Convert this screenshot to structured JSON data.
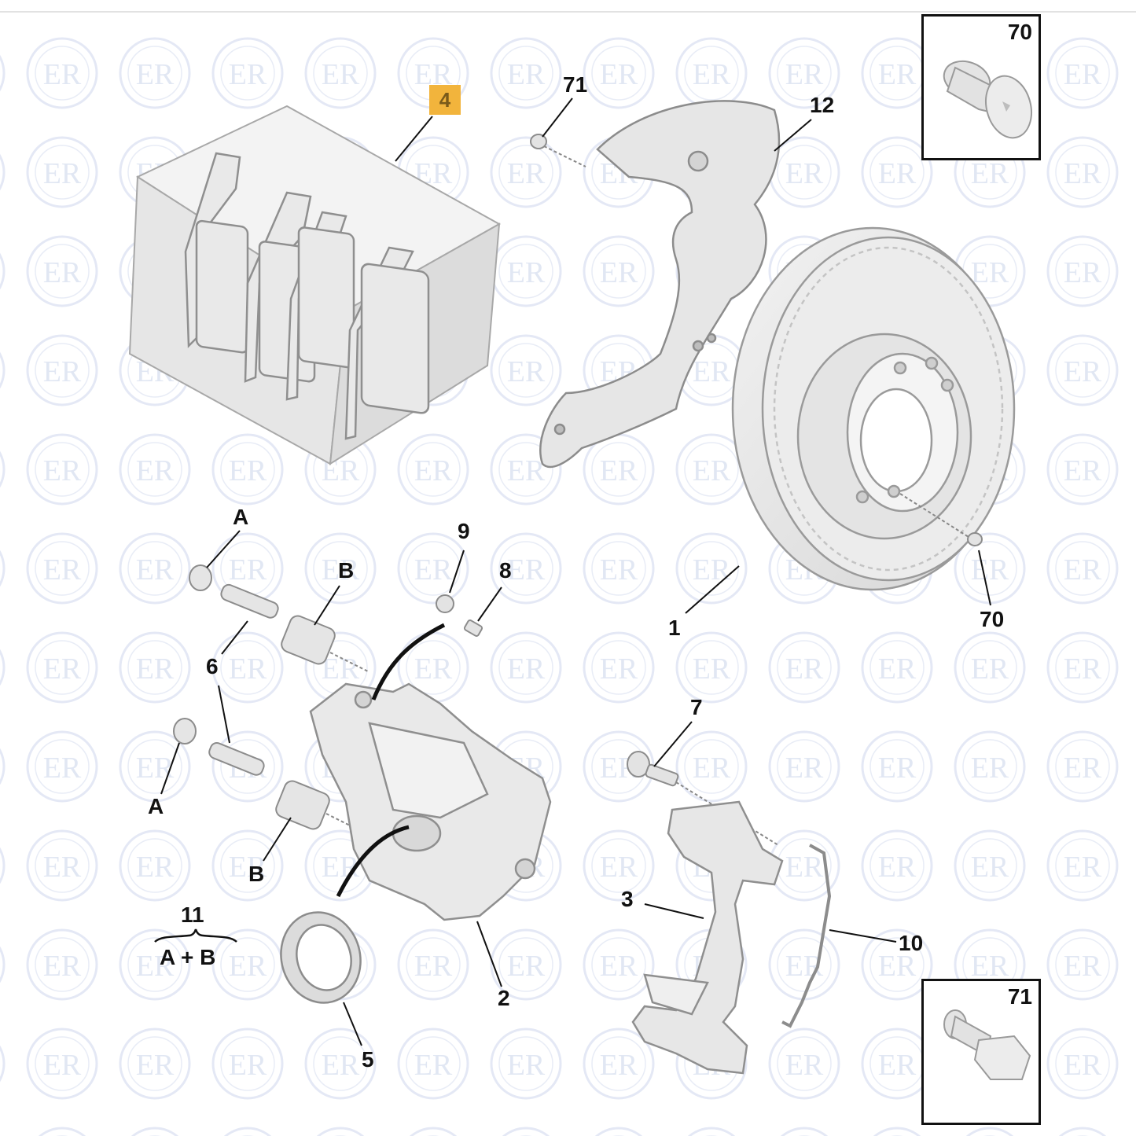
{
  "callouts": {
    "c70_top": "70",
    "c4": "4",
    "c71": "71",
    "c12": "12",
    "cA_top": "A",
    "c9": "9",
    "cB_top": "B",
    "c8": "8",
    "c6": "6",
    "c1": "1",
    "c70_bottom": "70",
    "c7": "7",
    "cA_bottom": "A",
    "cB_bottom": "B",
    "c3": "3",
    "c11": "11",
    "c11_formula": "A + B",
    "c10": "10",
    "c2": "2",
    "c71_inset": "71",
    "c5": "5"
  },
  "watermark": "ER",
  "colors": {
    "highlight": "#f2b43c",
    "part_fill": "#ececec",
    "part_stroke": "#9a9a9a",
    "watermark": "#c9d3ea",
    "leader": "#111111"
  }
}
